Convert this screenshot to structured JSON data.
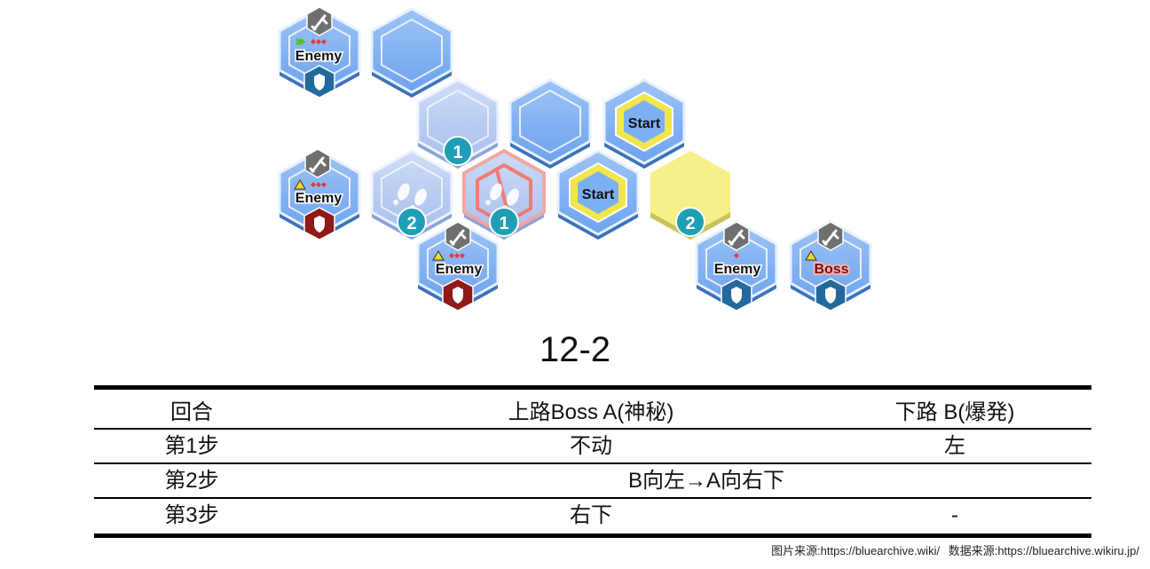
{
  "map": {
    "title": "12-2",
    "tiles": [
      {
        "id": "enemy-top-left",
        "type": "enemy",
        "label": "Enemy",
        "marker": "arrows-green",
        "shield": "blue"
      },
      {
        "id": "empty-top",
        "type": "plain"
      },
      {
        "id": "path-1-top",
        "type": "pale",
        "badge": "1"
      },
      {
        "id": "empty-mid",
        "type": "plain"
      },
      {
        "id": "start-top",
        "type": "start",
        "label": "Start"
      },
      {
        "id": "enemy-mid-left",
        "type": "enemy",
        "label": "Enemy",
        "marker": "warning",
        "shield": "red"
      },
      {
        "id": "footprint-2",
        "type": "pale-footprint",
        "badge": "2"
      },
      {
        "id": "footprint-1-danger",
        "type": "danger-footprint",
        "badge": "1"
      },
      {
        "id": "start-mid",
        "type": "start",
        "label": "Start"
      },
      {
        "id": "yellow-2",
        "type": "yellow",
        "badge": "2"
      },
      {
        "id": "enemy-bottom-left",
        "type": "enemy",
        "label": "Enemy",
        "marker": "warning",
        "shield": "red"
      },
      {
        "id": "enemy-bottom-right",
        "type": "enemy",
        "label": "Enemy",
        "marker": "diamond",
        "shield": "blue"
      },
      {
        "id": "boss",
        "type": "boss",
        "label": "Boss",
        "marker": "warning",
        "shield": "blue"
      }
    ]
  },
  "table": {
    "headers": [
      "回合",
      "上路Boss A(神秘)",
      "下路 B(爆発)"
    ],
    "rows": [
      {
        "turn": "第1步",
        "a": "不动",
        "b": "左"
      },
      {
        "turn": "第2步",
        "merged": "B向左→A向右下"
      },
      {
        "turn": "第3步",
        "a": "右下",
        "b": "-"
      }
    ]
  },
  "footer": {
    "image_source": "图片来源:https://bluearchive.wiki/",
    "data_source": "数据来源:https://bluearchive.wikiru.jp/"
  },
  "colors": {
    "hex_blue": "#7db0f2",
    "hex_pale": "#b7ccf0",
    "hex_yellow": "#f7f08a",
    "start_ring": "#f2e64c",
    "badge_teal": "#1f9fb5",
    "danger_red": "#f07a72",
    "shield_blue": "#24699b",
    "shield_red": "#8f1a16"
  }
}
